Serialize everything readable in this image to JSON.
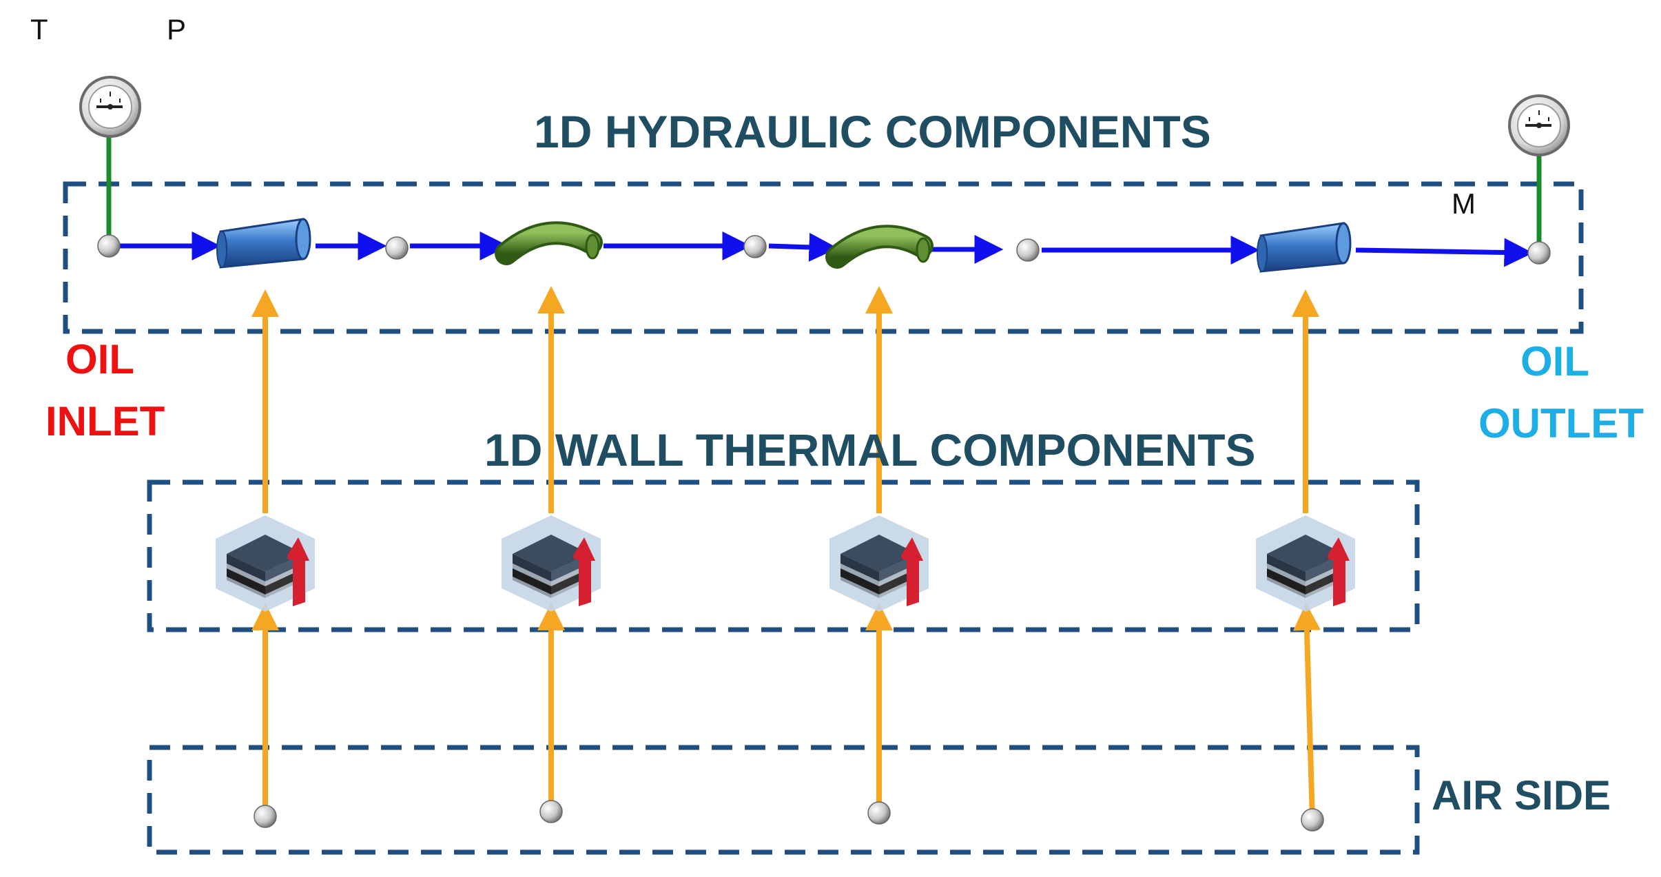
{
  "labels": {
    "t": "T",
    "p": "P",
    "m": "M",
    "hydraulic_title": "1D HYDRAULIC COMPONENTS",
    "wall_title": "1D WALL THERMAL COMPONENTS",
    "air_side": "AIR SIDE",
    "oil_inlet_line1": "OIL",
    "oil_inlet_line2": "INLET",
    "oil_outlet_line1": "OIL",
    "oil_outlet_line2": "OUTLET"
  },
  "colors": {
    "frame": "#1f4e80",
    "flow_arrow": "#1010ee",
    "heat_arrow": "#f5a623",
    "sensor_stem": "#1a8c2a",
    "inlet_text": "#ee1111",
    "outlet_text": "#1eaee6",
    "title_text": "#1f4e63",
    "heat_block_arrow": "#d42030"
  },
  "icons": [
    "gauge-icon",
    "nozzle-icon",
    "bend-pipe-icon",
    "node-icon",
    "heat-block-icon"
  ]
}
